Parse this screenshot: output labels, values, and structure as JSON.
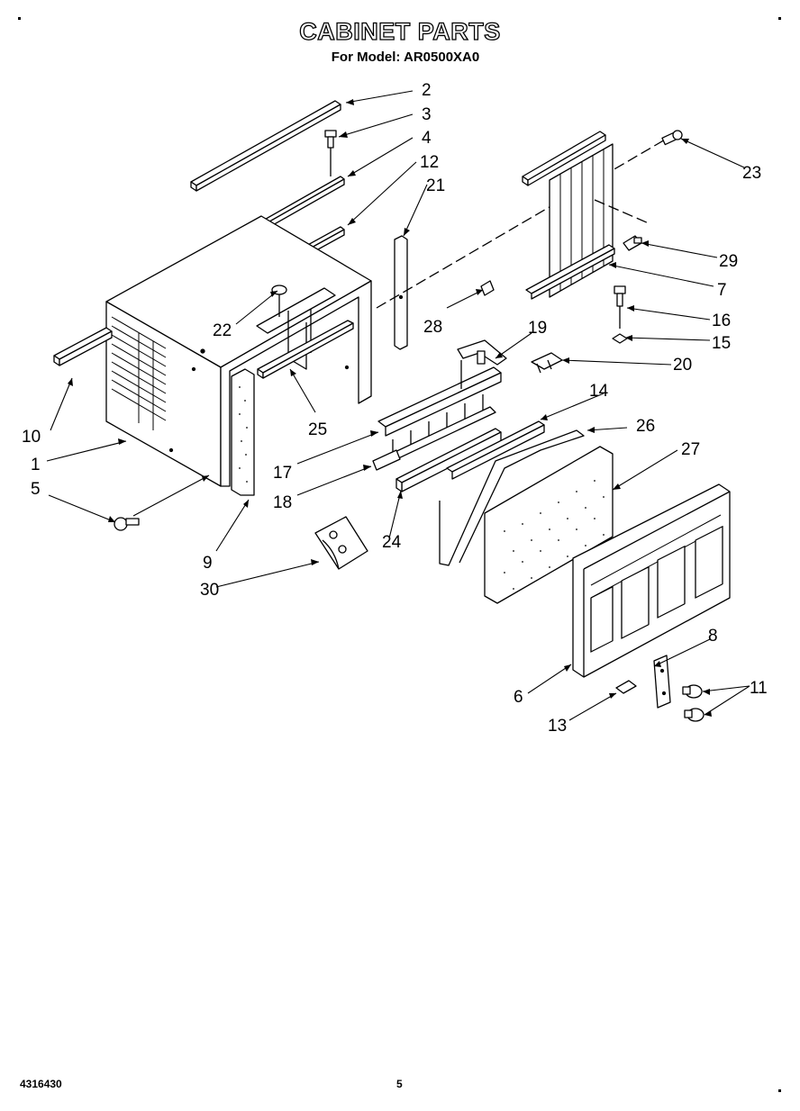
{
  "header": {
    "title": "CABINET PARTS",
    "subtitle": "For Model: AR0500XA0"
  },
  "footer": {
    "doc_number": "4316430",
    "page_number": "5"
  },
  "callouts": {
    "c1": "1",
    "c2": "2",
    "c3": "3",
    "c4": "4",
    "c5": "5",
    "c6": "6",
    "c7": "7",
    "c8": "8",
    "c9": "9",
    "c10": "10",
    "c11": "11",
    "c12": "12",
    "c13": "13",
    "c14": "14",
    "c15": "15",
    "c16": "16",
    "c17": "17",
    "c18": "18",
    "c19": "19",
    "c20": "20",
    "c21": "21",
    "c22": "22",
    "c23": "23",
    "c24": "24",
    "c25": "25",
    "c26": "26",
    "c27": "27",
    "c28": "28",
    "c29": "29",
    "c30": "30"
  }
}
